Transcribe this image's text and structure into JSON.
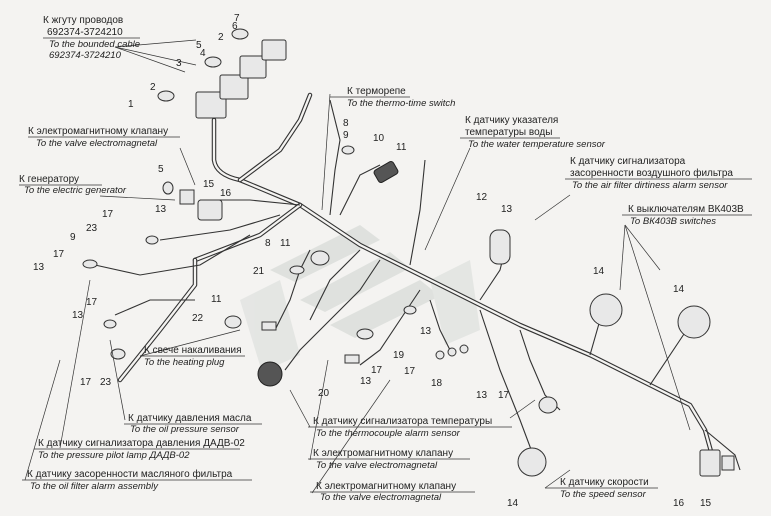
{
  "labels": {
    "harness_ru": "К жгуту проводов",
    "harness_num": "692374-3724210",
    "harness_en": "To the bounded cable",
    "harness_num_en": "692374-3724210",
    "valve1_ru": "К электромагнитному клапану",
    "valve1_en": "To the valve electromagnetal",
    "generator_ru": "К генератору",
    "generator_en": "To the electric generator",
    "thermo_ru": "К терморепе",
    "thermo_en": "To the thermo-time switch",
    "water_ru_1": "К датчику указателя",
    "water_ru_2": "температуры воды",
    "water_en": "To the water temperature sensor",
    "airfilter_ru_1": "К датчику сигнализатора",
    "airfilter_ru_2": "засоренности воздушного фильтра",
    "airfilter_en": "To the air filter dirtiness alarm sensor",
    "switch_ru": "К выключателям ВК403В",
    "switch_en": "To ВК403В switches",
    "glow_ru": "К свече накаливания",
    "glow_en": "To the heating plug",
    "oilp_ru": "К датчику давления масла",
    "oilp_en": "To the oil pressure sensor",
    "pilot_ru": "К датчику сигнализатора давления ДАДВ-02",
    "pilot_en": "To the pressure pilot lamp ДАДВ-02",
    "oilfilter_ru": "К датчику засоренности масляного фильтра",
    "oilfilter_en": "To the oil filter alarm assembly",
    "thermocouple_ru": "К датчику сигнализатора температуры",
    "thermocouple_en": "To the thermocouple alarm sensor",
    "valve2_ru": "К электромагнитному клапану",
    "valve2_en": "To the valve electromagnetal",
    "valve3_ru": "К электромагнитному клапану",
    "valve3_en": "To the valve electromagnetal",
    "speed_ru": "К датчику скорости",
    "speed_en": "To the speed sensor"
  },
  "callouts": {
    "c1": "1",
    "c2a": "2",
    "c2b": "2",
    "c3": "3",
    "c4": "4",
    "c5a": "5",
    "c5b": "5",
    "c6": "6",
    "c7": "7",
    "c8a": "8",
    "c8b": "8",
    "c9a": "9",
    "c9b": "9",
    "c10": "10",
    "c11a": "11",
    "c11b": "11",
    "c11c": "11",
    "c12": "12",
    "c13a": "13",
    "c13b": "13",
    "c13c": "13",
    "c13d": "13",
    "c13e": "13",
    "c13f": "13",
    "c13g": "13",
    "c14a": "14",
    "c14b": "14",
    "c14c": "14",
    "c15a": "15",
    "c15b": "15",
    "c16a": "16",
    "c16b": "16",
    "c17a": "17",
    "c17b": "17",
    "c17c": "17",
    "c17d": "17",
    "c17e": "17",
    "c17f": "17",
    "c17g": "17",
    "c18": "18",
    "c19": "19",
    "c20": "20",
    "c21": "21",
    "c22": "22",
    "c23a": "23",
    "c23b": "23"
  }
}
